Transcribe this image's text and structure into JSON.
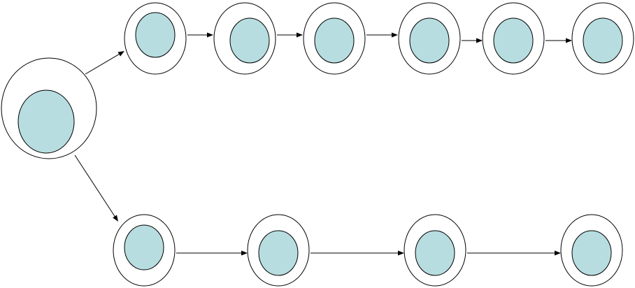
{
  "diagram": {
    "type": "node-chain",
    "colors": {
      "background": "#ffffff",
      "outline": "#000000",
      "core_fill": "#b7dde0"
    },
    "root": "root",
    "branches": {
      "top_chain": [
        "top-1",
        "top-2",
        "top-3",
        "top-4",
        "top-5",
        "top-6"
      ],
      "bottom_chain": [
        "bottom-1",
        "bottom-2",
        "bottom-3",
        "bottom-4"
      ]
    },
    "edges": [
      {
        "from": "root",
        "to": "top-1"
      },
      {
        "from": "top-1",
        "to": "top-2"
      },
      {
        "from": "top-2",
        "to": "top-3"
      },
      {
        "from": "top-3",
        "to": "top-4"
      },
      {
        "from": "top-4",
        "to": "top-5"
      },
      {
        "from": "top-5",
        "to": "top-6"
      },
      {
        "from": "root",
        "to": "bottom-1"
      },
      {
        "from": "bottom-1",
        "to": "bottom-2"
      },
      {
        "from": "bottom-2",
        "to": "bottom-3"
      },
      {
        "from": "bottom-3",
        "to": "bottom-4"
      }
    ]
  }
}
